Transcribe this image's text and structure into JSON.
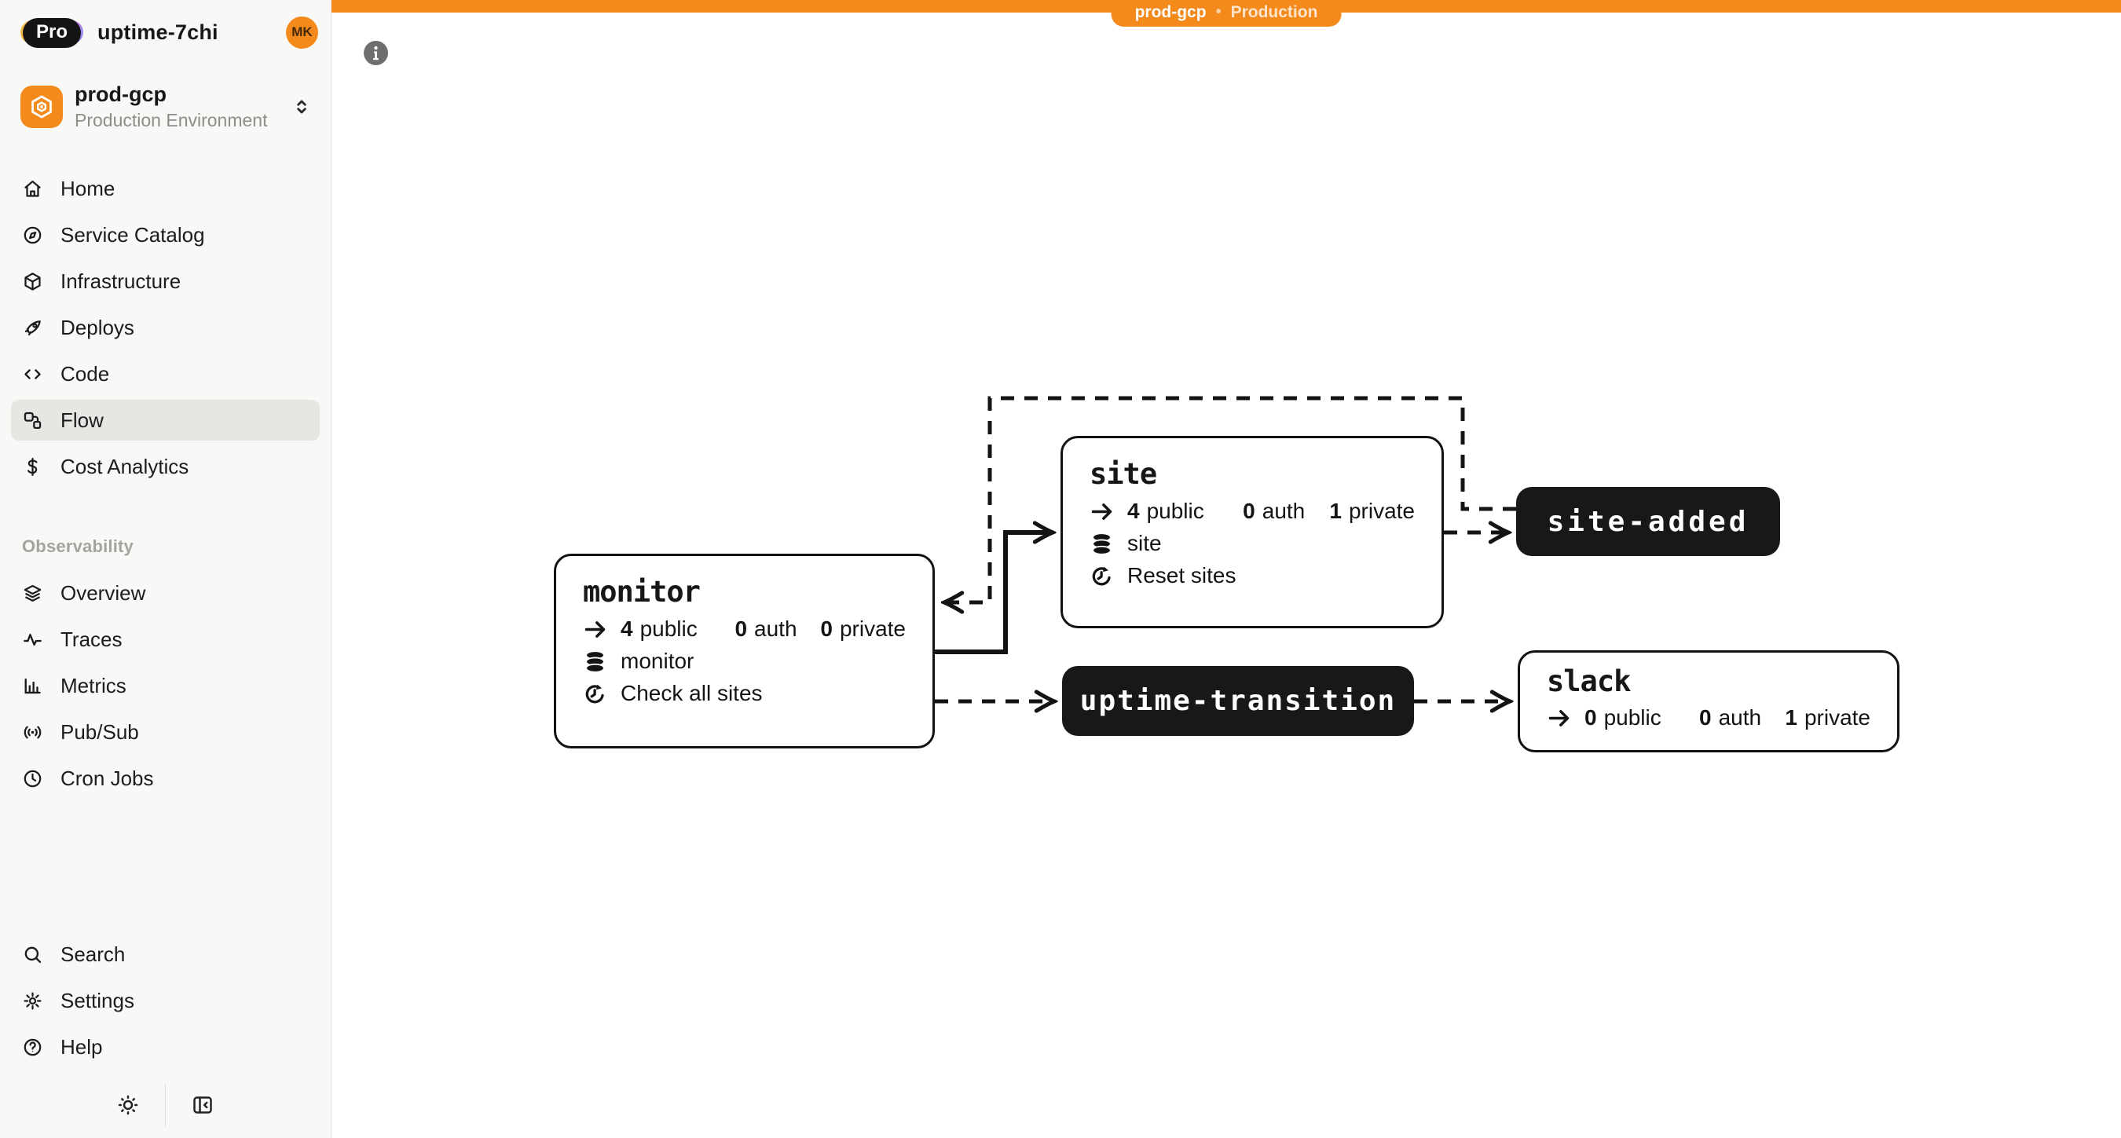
{
  "sidebar": {
    "plan_badge": "Pro",
    "app_name": "uptime-7chi",
    "avatar_initials": "MK",
    "environment": {
      "name": "prod-gcp",
      "description": "Production Environment"
    },
    "nav": [
      {
        "label": "Home"
      },
      {
        "label": "Service Catalog"
      },
      {
        "label": "Infrastructure"
      },
      {
        "label": "Deploys"
      },
      {
        "label": "Code"
      },
      {
        "label": "Flow"
      },
      {
        "label": "Cost Analytics"
      }
    ],
    "active_item": "Flow",
    "observability_label": "Observability",
    "observability_nav": [
      {
        "label": "Overview"
      },
      {
        "label": "Traces"
      },
      {
        "label": "Metrics"
      },
      {
        "label": "Pub/Sub"
      },
      {
        "label": "Cron Jobs"
      }
    ],
    "footer_nav": [
      {
        "label": "Search"
      },
      {
        "label": "Settings"
      },
      {
        "label": "Help"
      }
    ]
  },
  "topbar": {
    "env_name": "prod-gcp",
    "separator": "•",
    "env_type": "Production"
  },
  "flow": {
    "endpoint_labels": {
      "public": "public",
      "auth": "auth",
      "private": "private"
    },
    "nodes": {
      "monitor": {
        "title": "monitor",
        "public_count": "4",
        "auth_count": "0",
        "private_count": "0",
        "database": "monitor",
        "cron": "Check all sites"
      },
      "site": {
        "title": "site",
        "public_count": "4",
        "auth_count": "0",
        "private_count": "1",
        "database": "site",
        "cron": "Reset sites"
      },
      "slack": {
        "title": "slack",
        "public_count": "0",
        "auth_count": "0",
        "private_count": "1"
      }
    },
    "topics": {
      "site_added": "site-added",
      "uptime_transition": "uptime-transition"
    }
  },
  "colors": {
    "accent_orange": "#F58A1C",
    "topic_bg": "#181818",
    "node_border": "#121212",
    "selected_nav_bg": "#E6E6E3",
    "info_gray": "#6E6E6E"
  }
}
